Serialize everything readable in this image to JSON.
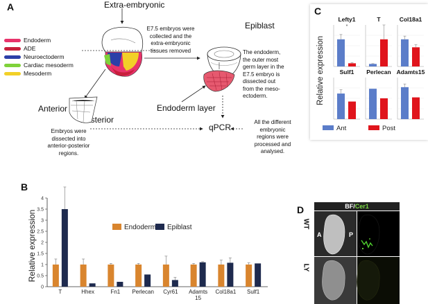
{
  "panelA": {
    "letter": "A",
    "extra_embryonic": "Extra-embryonic",
    "epiblast": "Epiblast",
    "anterior": "Anterior",
    "posterior": "Posterior",
    "endoderm_layer": "Endoderm layer",
    "qpcr": "qPCR",
    "legend": [
      {
        "label": "Endoderm",
        "color": "#e8336b"
      },
      {
        "label": "ADE",
        "color": "#c81f3c"
      },
      {
        "label": "Neuroectoderm",
        "color": "#2c3fa8"
      },
      {
        "label": "Cardiac mesoderm",
        "color": "#7fd23a"
      },
      {
        "label": "Mesoderm",
        "color": "#f2d028"
      }
    ],
    "collected_text": [
      "E7.5 embryos were",
      "collected and the",
      "extra-embryonic",
      "tissues removed"
    ],
    "endoderm_text": [
      "The    endoderm,",
      "the  outer  most",
      "germ layer in the",
      "E7.5   embryo   is",
      "dissected     out",
      "from   the   meso-",
      "ectoderm."
    ],
    "dissected_text": [
      "Embryos were",
      "dissected into",
      "anterior-posterior",
      "regions."
    ],
    "processed_text": [
      "All the different",
      "embryonic",
      "regions were",
      "processed and",
      "analysed."
    ]
  },
  "panelB": {
    "letter": "B",
    "chart_data": {
      "type": "bar",
      "ylabel": "Relative expression",
      "ylim": [
        0,
        4
      ],
      "yticks": [
        "0",
        "0.5",
        "1",
        "1.5",
        "2",
        "2.5",
        "3",
        "3.5",
        "4"
      ],
      "categories": [
        "T",
        "Hhex",
        "Fn1",
        "Perlecan",
        "Cyr61",
        "Adamts 15",
        "Col18a1",
        "Sulf1"
      ],
      "series": [
        {
          "name": "Endoderm",
          "color": "#d9852e",
          "values": [
            1.0,
            1.0,
            1.0,
            1.0,
            1.0,
            1.0,
            1.0,
            1.0
          ],
          "errors": [
            0.25,
            0.25,
            0.05,
            0.05,
            0.38,
            0.05,
            0.2,
            0.08
          ]
        },
        {
          "name": "Epiblast",
          "color": "#1e2a4e",
          "values": [
            3.5,
            0.15,
            0.22,
            0.55,
            0.3,
            1.1,
            1.08,
            1.05
          ],
          "errors": [
            1.0,
            0.0,
            0.0,
            0.0,
            0.12,
            0.03,
            0.22,
            0.0
          ]
        }
      ]
    }
  },
  "panelC": {
    "letter": "C",
    "ylabel": "Relative expression",
    "legend": [
      {
        "label": "Ant",
        "color": "#5b7dc9"
      },
      {
        "label": "Post",
        "color": "#e0141c"
      }
    ],
    "chart_data": [
      {
        "type": "bar",
        "title": "Lefty1",
        "categories": [
          "Ant",
          "Post"
        ],
        "values": [
          0.85,
          0.1
        ],
        "errors": [
          0.15,
          0.02
        ],
        "ylim": [
          0,
          1.3
        ],
        "annotation": "*"
      },
      {
        "type": "bar",
        "title": "T",
        "categories": [
          "Ant",
          "Post"
        ],
        "values": [
          0.08,
          0.85
        ],
        "errors": [
          0.01,
          0.45
        ],
        "ylim": [
          0,
          1.3
        ]
      },
      {
        "type": "bar",
        "title": "Col18a1",
        "categories": [
          "Ant",
          "Post"
        ],
        "values": [
          0.85,
          0.6
        ],
        "errors": [
          0.1,
          0.08
        ],
        "ylim": [
          0,
          1.3
        ]
      },
      {
        "type": "bar",
        "title": "Sulf1",
        "categories": [
          "Ant",
          "Post"
        ],
        "values": [
          0.8,
          0.55
        ],
        "errors": [
          0.12,
          0.0
        ],
        "ylim": [
          0,
          1.3
        ]
      },
      {
        "type": "bar",
        "title": "Perlecan",
        "categories": [
          "Ant",
          "Post"
        ],
        "values": [
          0.95,
          0.65
        ],
        "errors": [
          0.0,
          0.0
        ],
        "ylim": [
          0,
          1.3
        ]
      },
      {
        "type": "bar",
        "title": "Adamts15",
        "categories": [
          "Ant",
          "Post"
        ],
        "values": [
          1.0,
          0.68
        ],
        "errors": [
          0.1,
          0.0
        ],
        "ylim": [
          0,
          1.3
        ]
      }
    ]
  },
  "panelD": {
    "letter": "D",
    "header_bf": "BF/",
    "header_cer": "Cer1",
    "wt": "WT",
    "ly": "LY",
    "a": "A",
    "p": "P"
  }
}
